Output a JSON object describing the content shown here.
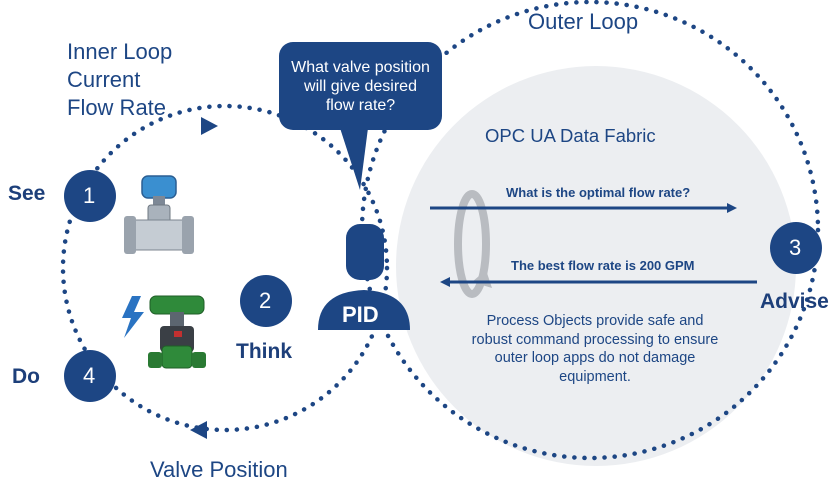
{
  "outer_loop_label": "Outer Loop",
  "inner_loop_label": [
    "Inner Loop",
    "Current",
    "Flow Rate"
  ],
  "valve_position_label": "Valve Position",
  "data_fabric_label": "OPC UA Data Fabric",
  "speech_bubble": "What valve position will give desired flow rate?",
  "pid_label": "PID",
  "steps": [
    {
      "number": "1",
      "label": "See"
    },
    {
      "number": "2",
      "label": "Think"
    },
    {
      "number": "3",
      "label": "Advise"
    },
    {
      "number": "4",
      "label": "Do"
    }
  ],
  "request_message": "What is the optimal flow rate?",
  "response_message": "The best flow rate is 200 GPM",
  "process_objects_note": "Process Objects provide safe and robust command processing to ensure outer loop apps do not damage equipment.",
  "colors": {
    "navy": "#1d4684",
    "fabric_fill": "#eceef1",
    "cycle_arrow": "#b9bcc1",
    "valve_green": "#2f8a3a"
  },
  "icons": [
    "flow-transmitter-icon",
    "control-valve-icon",
    "lightning-icon",
    "person-icon",
    "cycle-arrow-icon"
  ]
}
